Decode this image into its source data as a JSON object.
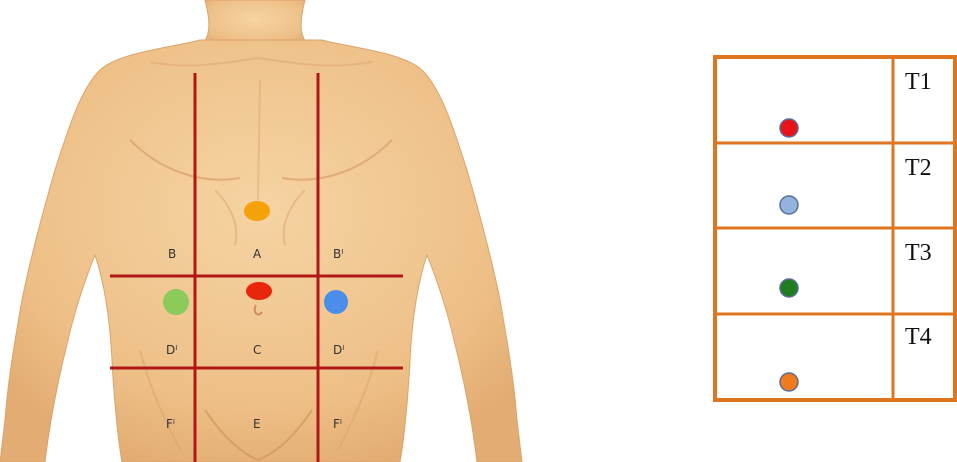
{
  "body_diagram": {
    "regions": {
      "A": "A",
      "B": "B",
      "B_right": "Bˡ",
      "C": "C",
      "D_left": "Dˡ",
      "D_right": "Dˡ",
      "E": "E",
      "F_left": "Fˡ",
      "F_right": "Fˡ"
    },
    "markers": [
      {
        "region": "A",
        "color": "#F5A10A",
        "icon": "orange-dot"
      },
      {
        "region": "C",
        "color": "#E8260C",
        "icon": "red-dot"
      },
      {
        "region": "D-left",
        "color": "#8CCB5A",
        "icon": "green-dot"
      },
      {
        "region": "D-right",
        "color": "#4A8EEA",
        "icon": "blue-dot"
      }
    ],
    "grid_color": "#B01818",
    "skin_color": "#F2C894"
  },
  "legend_table": {
    "border_color": "#E07520",
    "rows": [
      {
        "label": "T1",
        "dot_color": "#E8141A"
      },
      {
        "label": "T2",
        "dot_color": "#93B3DC"
      },
      {
        "label": "T3",
        "dot_color": "#1E7E1E"
      },
      {
        "label": "T4",
        "dot_color": "#F07A1C"
      }
    ]
  }
}
